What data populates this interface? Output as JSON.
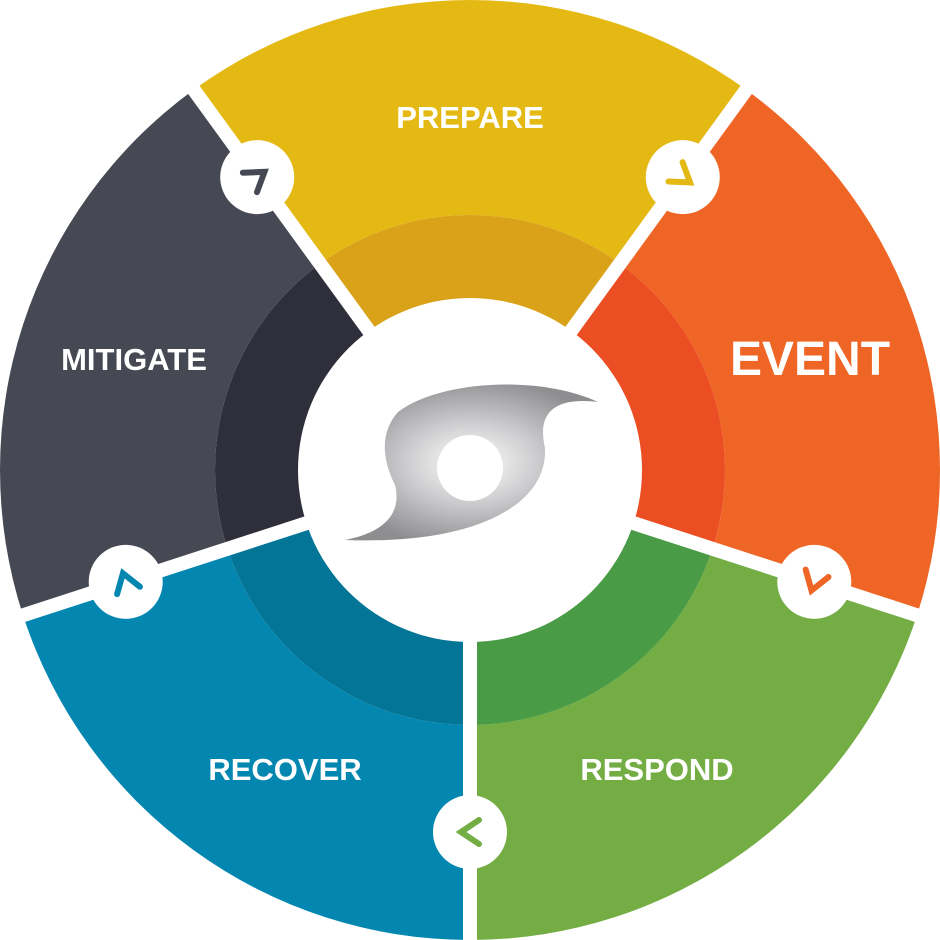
{
  "diagram": {
    "stages": [
      {
        "id": "prepare",
        "label": "PREPARE",
        "outer_color": "#E5B914",
        "inner_color": "#D9A219"
      },
      {
        "id": "event",
        "label": "EVENT",
        "outer_color": "#EF6525",
        "inner_color": "#EB4E23"
      },
      {
        "id": "respond",
        "label": "RESPOND",
        "outer_color": "#73AD43",
        "inner_color": "#4A9B45"
      },
      {
        "id": "recover",
        "label": "RECOVER",
        "outer_color": "#0387B0",
        "inner_color": "#037596"
      },
      {
        "id": "mitigate",
        "label": "MITIGATE",
        "outer_color": "#464953",
        "inner_color": "#2E2F3B"
      }
    ],
    "arrows": [
      {
        "id": "prepare-to-event",
        "icon": "chevron-icon",
        "color": "#E5B914"
      },
      {
        "id": "event-to-respond",
        "icon": "chevron-icon",
        "color": "#EF6525"
      },
      {
        "id": "respond-to-recover",
        "icon": "chevron-icon",
        "color": "#73AD43"
      },
      {
        "id": "recover-to-mitigate",
        "icon": "chevron-icon",
        "color": "#0387B0"
      },
      {
        "id": "mitigate-to-prepare",
        "icon": "chevron-icon",
        "color": "#464953"
      }
    ],
    "center_icon": {
      "icon": "hurricane-icon",
      "color": "#A9A9AB"
    }
  }
}
